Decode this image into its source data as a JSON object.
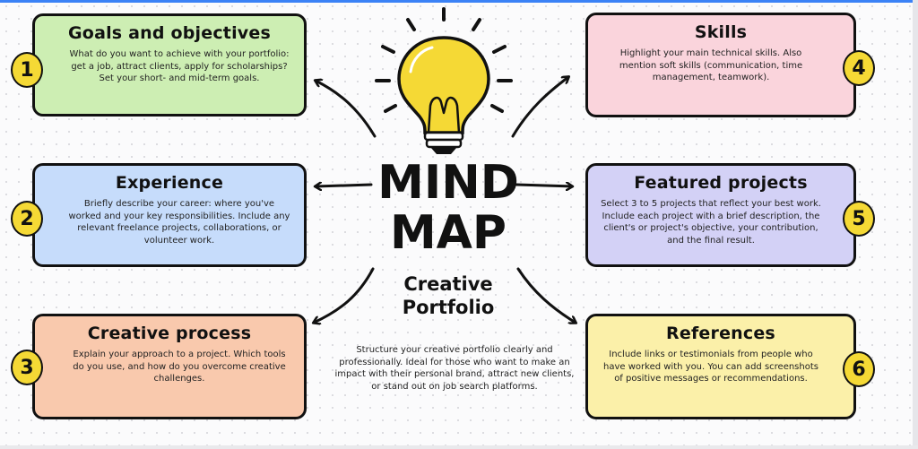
{
  "center": {
    "title_line1": "MIND",
    "title_line2": "MAP",
    "subtitle_line1": "Creative",
    "subtitle_line2": "Portfolio",
    "description": "Structure your creative portfolio clearly and professionally. Ideal for those who want to make an impact with their personal brand, attract new clients, or stand out on job search platforms."
  },
  "cards": [
    {
      "number": "1",
      "title": "Goals and objectives",
      "color": "#cdeeb3",
      "text": "What do you want to achieve with your portfolio: get a job, attract clients, apply for scholarships? Set your short- and mid-term goals."
    },
    {
      "number": "2",
      "title": "Experience",
      "color": "#c6dcfb",
      "text": "Briefly describe your career: where you've worked and your key responsibilities. Include any relevant freelance projects, collaborations, or volunteer work."
    },
    {
      "number": "3",
      "title": "Creative process",
      "color": "#f9c9ad",
      "text": "Explain your approach to a project. Which tools do you use, and how do you overcome creative challenges."
    },
    {
      "number": "4",
      "title": "Skills",
      "color": "#fad4dc",
      "text": "Highlight your main technical skills. Also mention soft skills (communication, time management, teamwork)."
    },
    {
      "number": "5",
      "title": "Featured projects",
      "color": "#d3d1f6",
      "text": "Select 3 to 5 projects that reflect your best work. Include each project with a brief description, the client's or project's objective, your contribution, and the final result."
    },
    {
      "number": "6",
      "title": "References",
      "color": "#fbf0a9",
      "text": "Include links or testimonials from people who have worked with you. You can add screenshots of positive messages or recommendations."
    }
  ],
  "icons": {
    "bulb": "lightbulb-icon",
    "arrows": "arrow-icon"
  },
  "accent_color": "#f5d935"
}
